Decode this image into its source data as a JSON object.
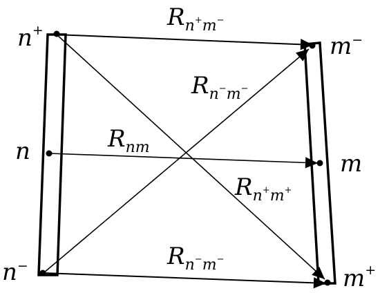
{
  "nodes": {
    "n_plus": {
      "base": "n",
      "sup": "+"
    },
    "n": {
      "base": "n"
    },
    "n_minus": {
      "base": "n",
      "sup": "−"
    },
    "m_minus": {
      "base": "m",
      "sup": "−"
    },
    "m": {
      "base": "m"
    },
    "m_plus": {
      "base": "m",
      "sup": "+"
    }
  },
  "vectors": {
    "r_np_mm": {
      "base": "R",
      "sub1": "n",
      "sup1": "+",
      "sub2": "m",
      "sup2": "−"
    },
    "r_nm_mm": {
      "base": "R",
      "sub1": "n",
      "sup1": "−",
      "sub2": "m",
      "sup2": "−"
    },
    "r_nm": {
      "base": "R",
      "sub": "nm"
    },
    "r_np_mp": {
      "base": "R",
      "sub1": "n",
      "sup1": "+",
      "sub2": "m",
      "sup2": "+"
    },
    "r_nm_mp": {
      "base": "R",
      "sub1": "n",
      "sup1": "−",
      "sub2": "m",
      "sup2": "−"
    }
  }
}
